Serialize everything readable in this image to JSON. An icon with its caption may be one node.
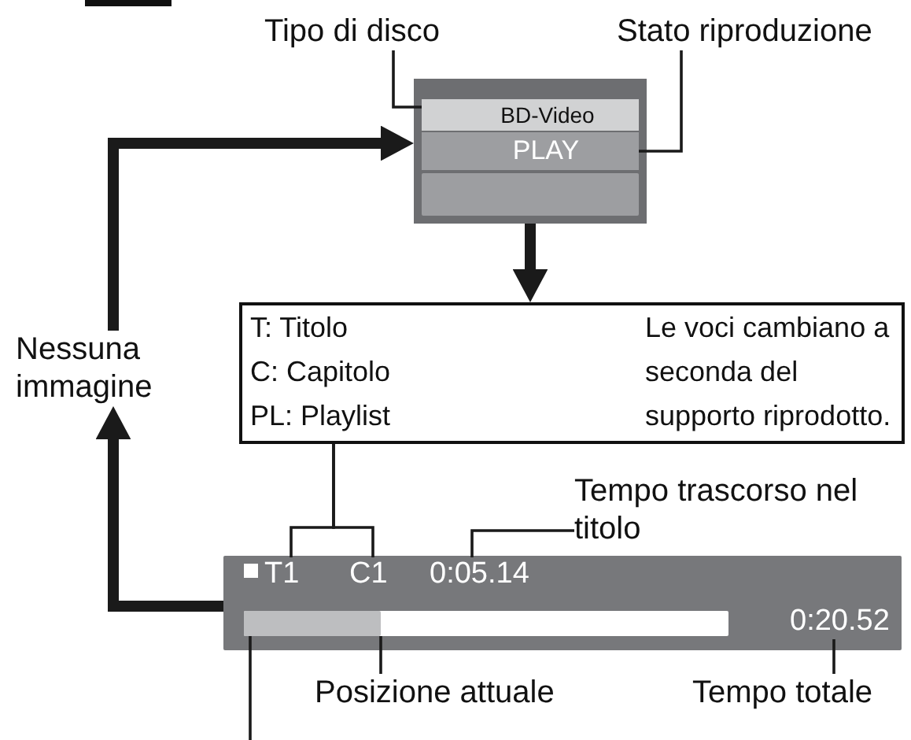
{
  "diagram": {
    "nodes": [
      {
        "text": [
          "Tipo di disco"
        ]
      },
      {
        "text": [
          "Stato riproduzione"
        ]
      },
      {
        "text": [],
        "shape": "box"
      },
      {
        "text": [
          "BD-Video"
        ],
        "in": 2
      },
      {
        "text": [
          "PLAY"
        ],
        "in": 2
      },
      {
        "text": [],
        "shape": "bar",
        "in": 2
      },
      {
        "text": [
          "Nessuna immagine"
        ]
      },
      {
        "text": [
          "T: Titolo",
          "C: Capitolo",
          "PL: Playlist",
          "Le voci cambiano a seconda del supporto riprodotto."
        ]
      },
      {
        "text": [
          "Tempo trascorso nel titolo"
        ]
      },
      {
        "text": [],
        "shape": "bar"
      },
      {
        "text": [
          "T1"
        ],
        "in": 9
      },
      {
        "text": [
          "C1"
        ],
        "in": 9
      },
      {
        "text": [
          "0:05.14"
        ],
        "in": 9
      },
      {
        "text": [],
        "shape": "bar",
        "in": 9
      },
      {
        "text": [],
        "shape": "bar",
        "in": 13
      },
      {
        "text": [
          "0:20.52"
        ],
        "in": 9
      },
      {
        "text": [
          "Posizione attuale"
        ]
      },
      {
        "text": [
          "Tempo totale"
        ]
      }
    ],
    "edges": [
      {
        "from": 2,
        "to": 7,
        "arrow": "to",
        "style": "thick"
      },
      {
        "from": 9,
        "to": 6,
        "arrow": "to",
        "style": "thick"
      },
      {
        "from": 6,
        "to": 2,
        "arrow": "to",
        "style": "thick"
      },
      {
        "from": 0,
        "to": 3,
        "arrow": "none"
      },
      {
        "from": 1,
        "to": 4,
        "arrow": "none"
      },
      {
        "from": 7,
        "to": 10,
        "arrow": "none"
      },
      {
        "from": 7,
        "to": 11,
        "arrow": "none"
      },
      {
        "from": 8,
        "to": 12,
        "arrow": "none"
      },
      {
        "from": 16,
        "to": 14,
        "arrow": "none"
      },
      {
        "from": 17,
        "to": 15,
        "arrow": "none"
      },
      {
        "from": null,
        "to": 13,
        "arrow": "none"
      }
    ]
  }
}
